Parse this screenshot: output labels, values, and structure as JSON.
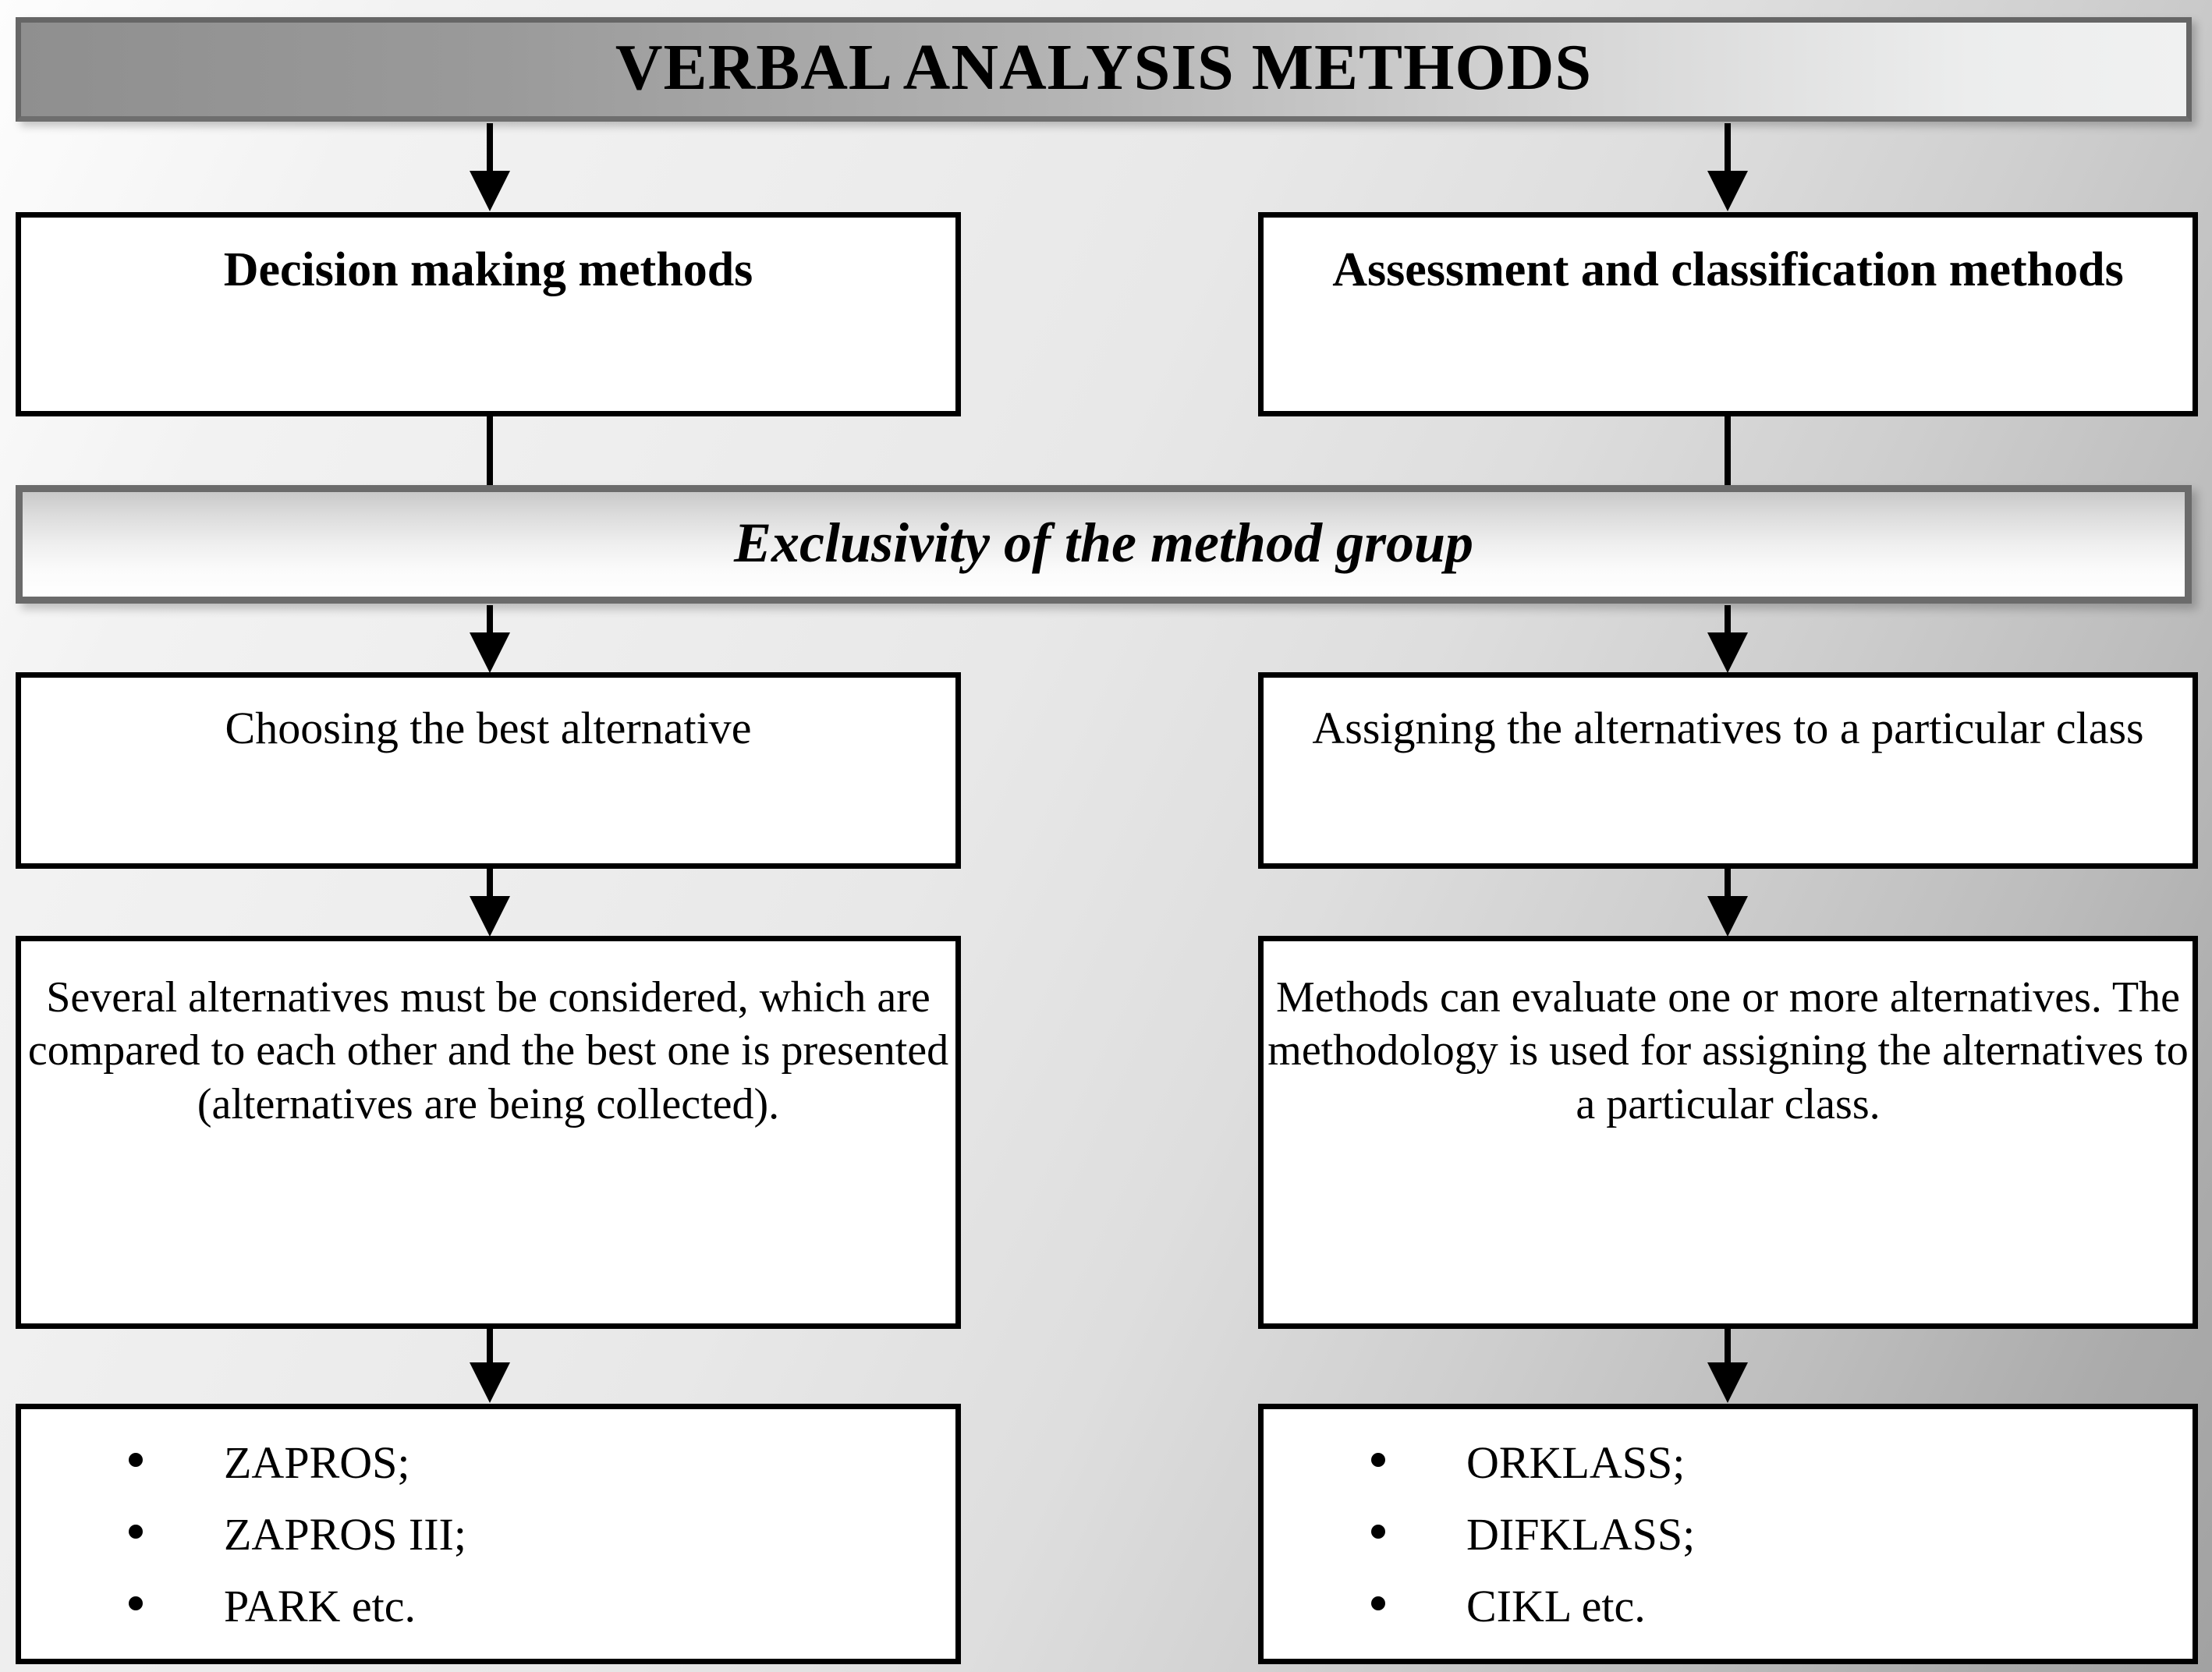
{
  "header": {
    "title": "VERBAL ANALYSIS METHODS"
  },
  "divider": {
    "label": "Exclusivity of the method group"
  },
  "columns": [
    {
      "id": "decision-making",
      "category": "Decision making methods",
      "goal": "Choosing the best alternative",
      "description": "Several alternatives must be considered, which are compared to each other and the best one is presented (alternatives are being collected).",
      "methods": [
        "ZAPROS;",
        "ZAPROS III;",
        "PARK etc."
      ]
    },
    {
      "id": "assessment-classification",
      "category": "Assessment and classification methods",
      "goal": "Assigning the alternatives to a particular class",
      "description": "Methods can evaluate one or more alternatives. The methodology is used for assigning the alternatives to a particular class.",
      "methods": [
        "ORKLASS;",
        "DIFKLASS;",
        "CIKL etc."
      ]
    }
  ],
  "colors": {
    "box_border": "#000000",
    "box_fill": "#ffffff",
    "banner_border": "#666666",
    "background": "#ebebeb"
  }
}
